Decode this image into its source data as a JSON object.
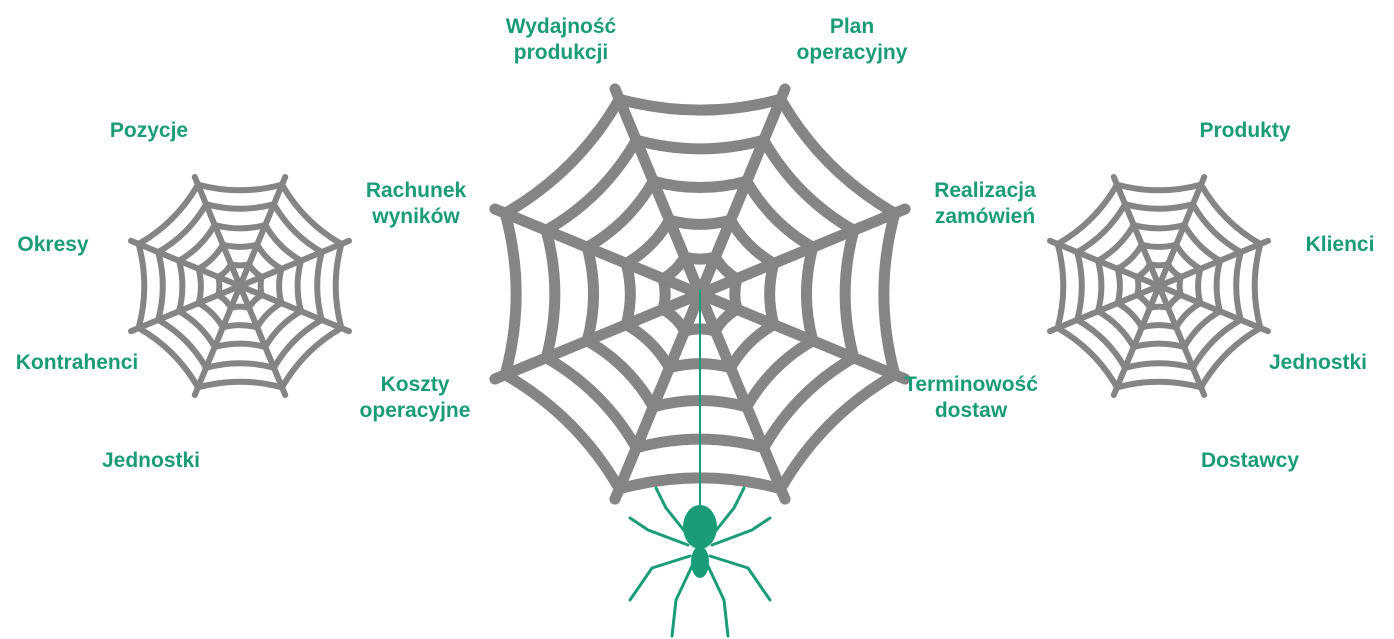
{
  "colors": {
    "web": "#858585",
    "label": "#1a9c78",
    "spider": "#1a9c78",
    "background": "#ffffff"
  },
  "left_web": {
    "labels": {
      "top": "Pozycje",
      "left_upper": "Okresy",
      "left_lower": "Kontrahenci",
      "bottom": "Jednostki"
    }
  },
  "center_web": {
    "labels": {
      "top_left": "Wydajność\nprodukcji",
      "top_right": "Plan\noperacyjny",
      "upper_left": "Rachunek\nwyników",
      "upper_right": "Realizacja\nzamówień",
      "lower_left": "Koszty\noperacyjne",
      "lower_right": "Terminowość\ndostaw"
    }
  },
  "right_web": {
    "labels": {
      "top": "Produkty",
      "right_upper": "Klienci",
      "right_lower": "Jednostki",
      "bottom": "Dostawcy"
    }
  },
  "icons": {
    "web": "spider-web-icon",
    "spider": "spider-icon"
  }
}
